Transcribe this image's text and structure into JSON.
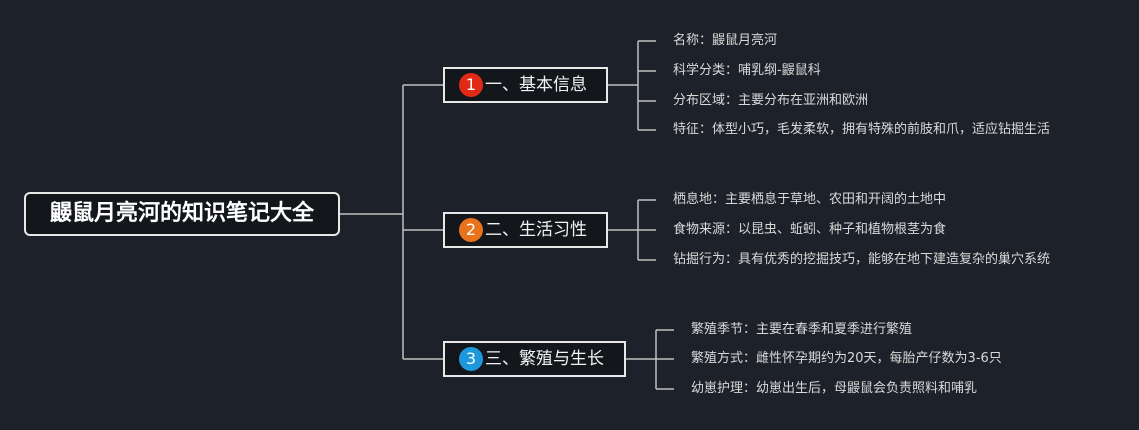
{
  "root": {
    "title": "鼹鼠月亮河的知识笔记大全"
  },
  "branches": [
    {
      "number": "1",
      "label": "一、基本信息",
      "badge_color": "#e02a16",
      "items": [
        "名称：鼹鼠月亮河",
        "科学分类：哺乳纲-鼹鼠科",
        "分布区域：主要分布在亚洲和欧洲",
        "特征：体型小巧，毛发柔软，拥有特殊的前肢和爪，适应钻掘生活"
      ]
    },
    {
      "number": "2",
      "label": "二、生活习性",
      "badge_color": "#e8731c",
      "items": [
        "栖息地：主要栖息于草地、农田和开阔的土地中",
        "食物来源：以昆虫、蚯蚓、种子和植物根茎为食",
        "钻掘行为：具有优秀的挖掘技巧，能够在地下建造复杂的巢穴系统"
      ]
    },
    {
      "number": "3",
      "label": "三、繁殖与生长",
      "badge_color": "#1e98dc",
      "items": [
        "繁殖季节：主要在春季和夏季进行繁殖",
        "繁殖方式：雌性怀孕期约为20天，每胎产仔数为3-6只",
        "幼崽护理：幼崽出生后，母鼹鼠会负责照料和哺乳"
      ]
    }
  ]
}
